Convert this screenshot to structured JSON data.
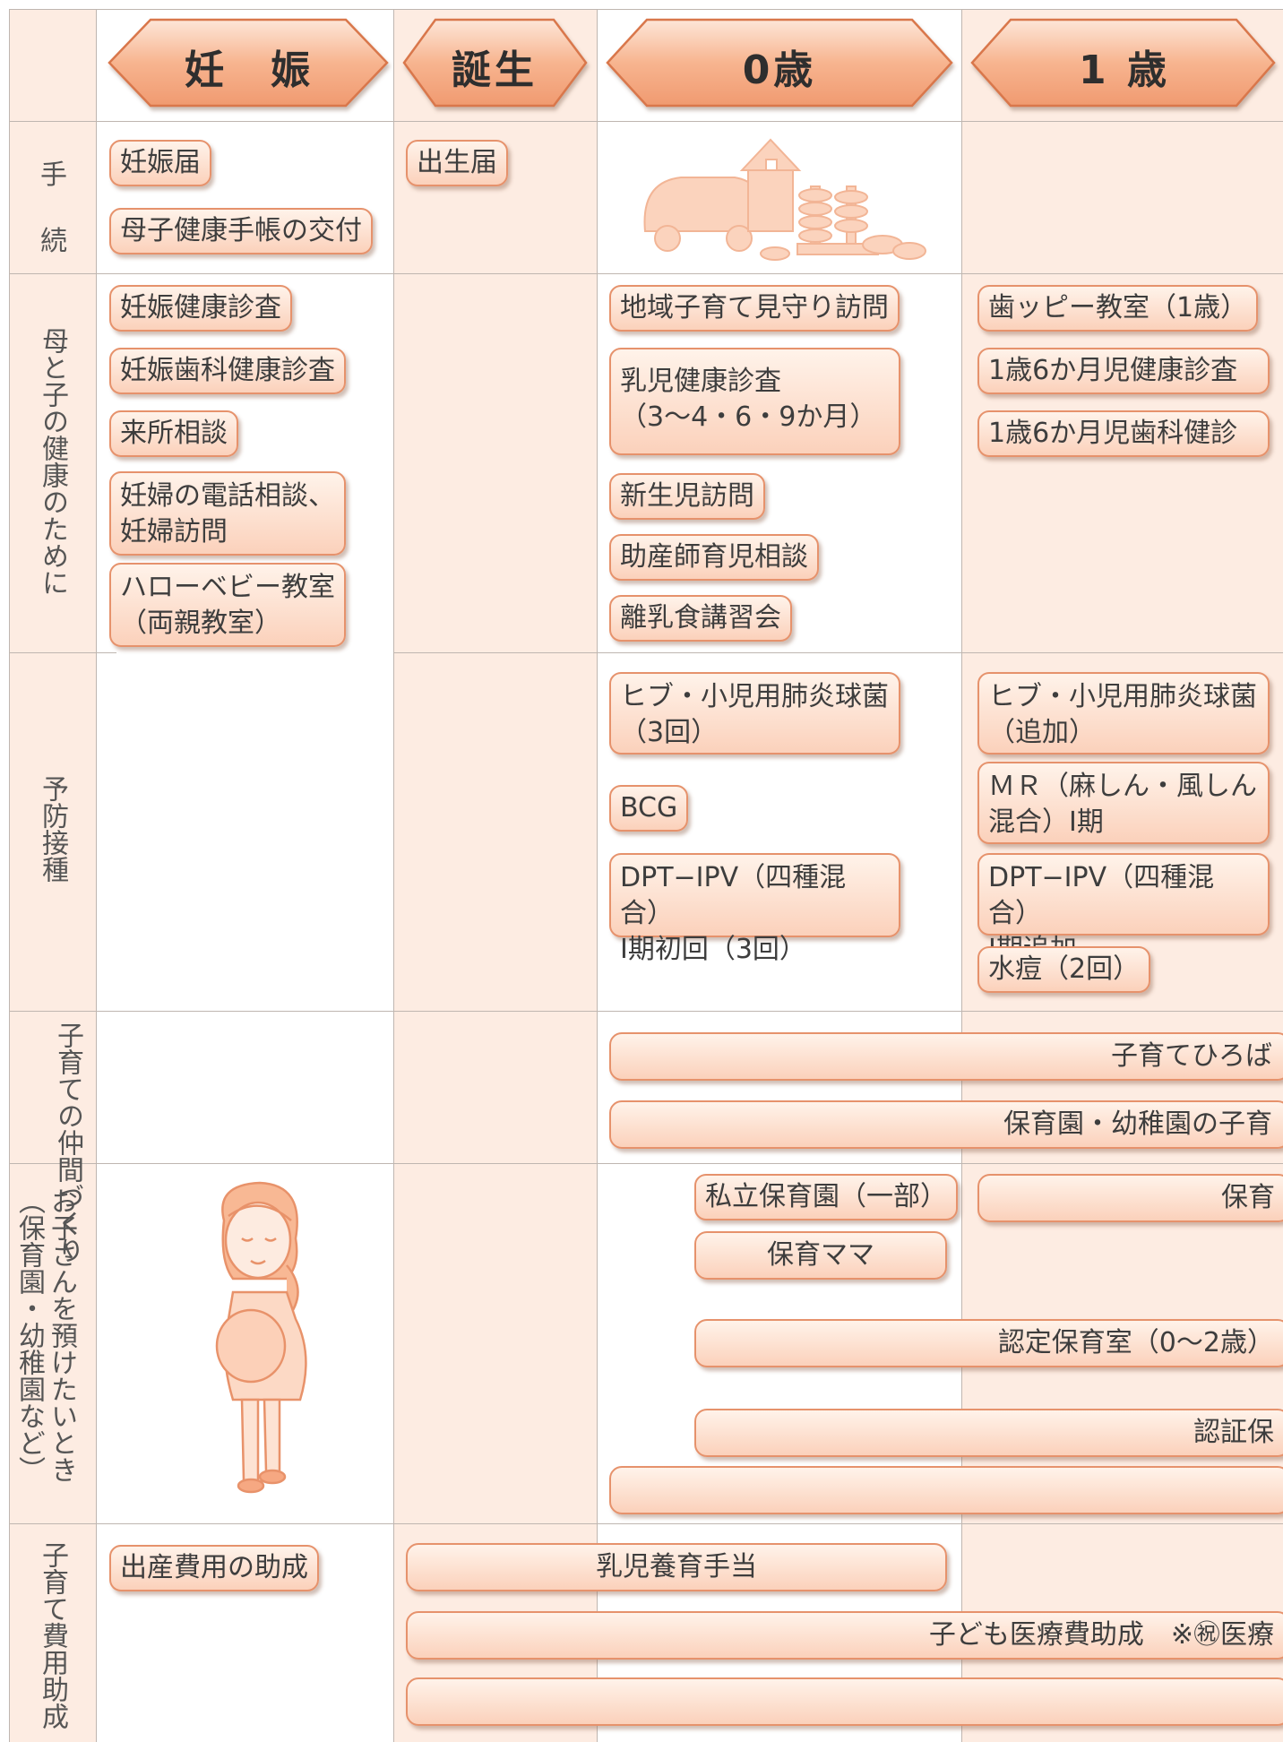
{
  "headers": [
    "妊　娠",
    "誕生",
    "0歳",
    "1 歳"
  ],
  "rows": {
    "tetsuzuki_chars": [
      "手",
      "続"
    ],
    "boshi": "母と子の健康のために",
    "yobo": "予防接種",
    "nakama": "子育ての仲間づくり",
    "azuke_main": "お子さんを預けたいとき",
    "azuke_sub": "（保育園・幼稚園など）",
    "hiyo": "子育て費用助成"
  },
  "tetsuzuki": {
    "ninshin": [
      "妊娠届",
      "母子健康手帳の交付"
    ],
    "tanjo": [
      "出生届"
    ]
  },
  "boshi": {
    "ninshin": [
      "妊娠健康診査",
      "妊娠歯科健康診査",
      "来所相談",
      "妊婦の電話相談、\n妊婦訪問",
      "ハローベビー教室\n（両親教室）"
    ],
    "age0": [
      "地域子育て見守り訪問",
      "乳児健康診査\n（3〜4・6・9か月）",
      "新生児訪問",
      "助産師育児相談",
      "離乳食講習会"
    ],
    "age1": [
      "歯ッピー教室（1歳）",
      "1歳6か月児健康診査",
      "1歳6か月児歯科健診"
    ]
  },
  "yobo": {
    "age0": [
      "ヒブ・小児用肺炎球菌\n（3回）",
      "BCG",
      "DPT−IPV（四種混合）\nⅠ期初回（3回）"
    ],
    "age1": [
      "ヒブ・小児用肺炎球菌\n（追加）",
      "ＭＲ（麻しん・風しん\n混合）Ⅰ期",
      "DPT−IPV（四種混合）\nⅠ期追加",
      "水痘（2回）"
    ]
  },
  "nakama": {
    "bars": [
      "子育てひろば",
      "保育園・幼稚園の子育"
    ]
  },
  "azuke": {
    "shiritsu": "私立保育園（一部）",
    "hoiku": "保育",
    "mama": "保育ママ",
    "nintei": "認定保育室（0〜2歳）",
    "ninsho": "認証保",
    "empty": ""
  },
  "hiyo": {
    "shussan": "出産費用の助成",
    "nyuji": "乳児養育手当",
    "iryo": "子ども医療費助成　※㊗医療",
    "empty": ""
  },
  "colors": {
    "accent": "#e6926c",
    "tint": "#fdece2"
  }
}
